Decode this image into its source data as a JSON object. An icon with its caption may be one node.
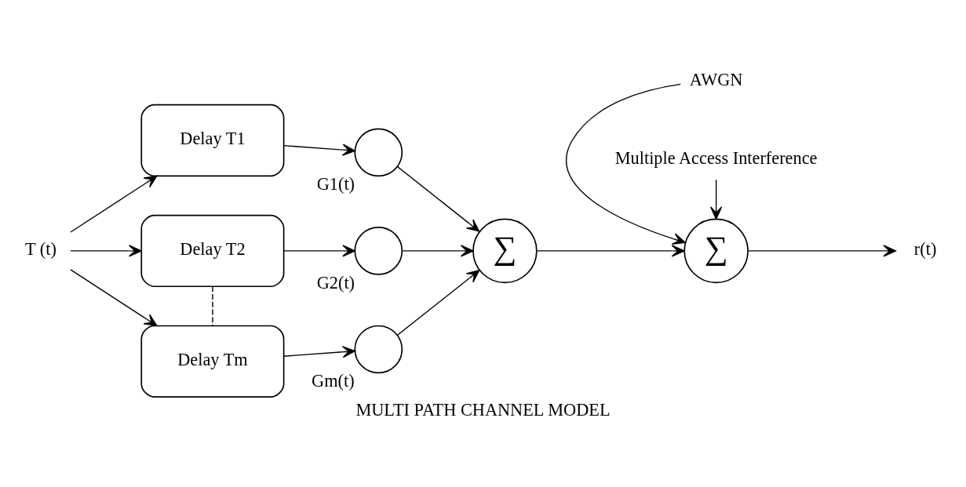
{
  "diagram": {
    "caption": "MULTI PATH CHANNEL MODEL",
    "nodes": [
      {
        "text": [
          "T (t)"
        ]
      },
      {
        "text": [
          "Delay T1"
        ]
      },
      {
        "text": [
          "Delay T2"
        ]
      },
      {
        "text": [
          "Delay Tm"
        ]
      },
      {
        "text": [],
        "shape": "circle",
        "beside": [
          "G1(t)"
        ]
      },
      {
        "text": [],
        "shape": "circle",
        "beside": [
          "G2(t)"
        ]
      },
      {
        "text": [],
        "shape": "circle",
        "beside": [
          "Gm(t)"
        ]
      },
      {
        "text": [
          "∑"
        ]
      },
      {
        "text": [
          "AWGN"
        ]
      },
      {
        "text": [
          "∑"
        ]
      },
      {
        "text": [
          "Multiple Access Interference"
        ]
      },
      {
        "text": [
          "r(t)"
        ]
      }
    ],
    "edges": [
      {
        "from": 0,
        "to": 1,
        "arrow": "to"
      },
      {
        "from": 0,
        "to": 2,
        "arrow": "to"
      },
      {
        "from": 0,
        "to": 3,
        "arrow": "to"
      },
      {
        "from": 2,
        "to": 3,
        "arrow": "none",
        "style": "dashed"
      },
      {
        "from": 1,
        "to": 4,
        "arrow": "to"
      },
      {
        "from": 2,
        "to": 5,
        "arrow": "to"
      },
      {
        "from": 3,
        "to": 6,
        "arrow": "to"
      },
      {
        "from": 4,
        "to": 7,
        "arrow": "to"
      },
      {
        "from": 5,
        "to": 7,
        "arrow": "to"
      },
      {
        "from": 6,
        "to": 7,
        "arrow": "to"
      },
      {
        "from": 7,
        "to": 9,
        "arrow": "to"
      },
      {
        "from": 8,
        "to": 9,
        "arrow": "to"
      },
      {
        "from": 10,
        "to": 9,
        "arrow": "to"
      },
      {
        "from": 9,
        "to": 11,
        "arrow": "to"
      }
    ]
  }
}
